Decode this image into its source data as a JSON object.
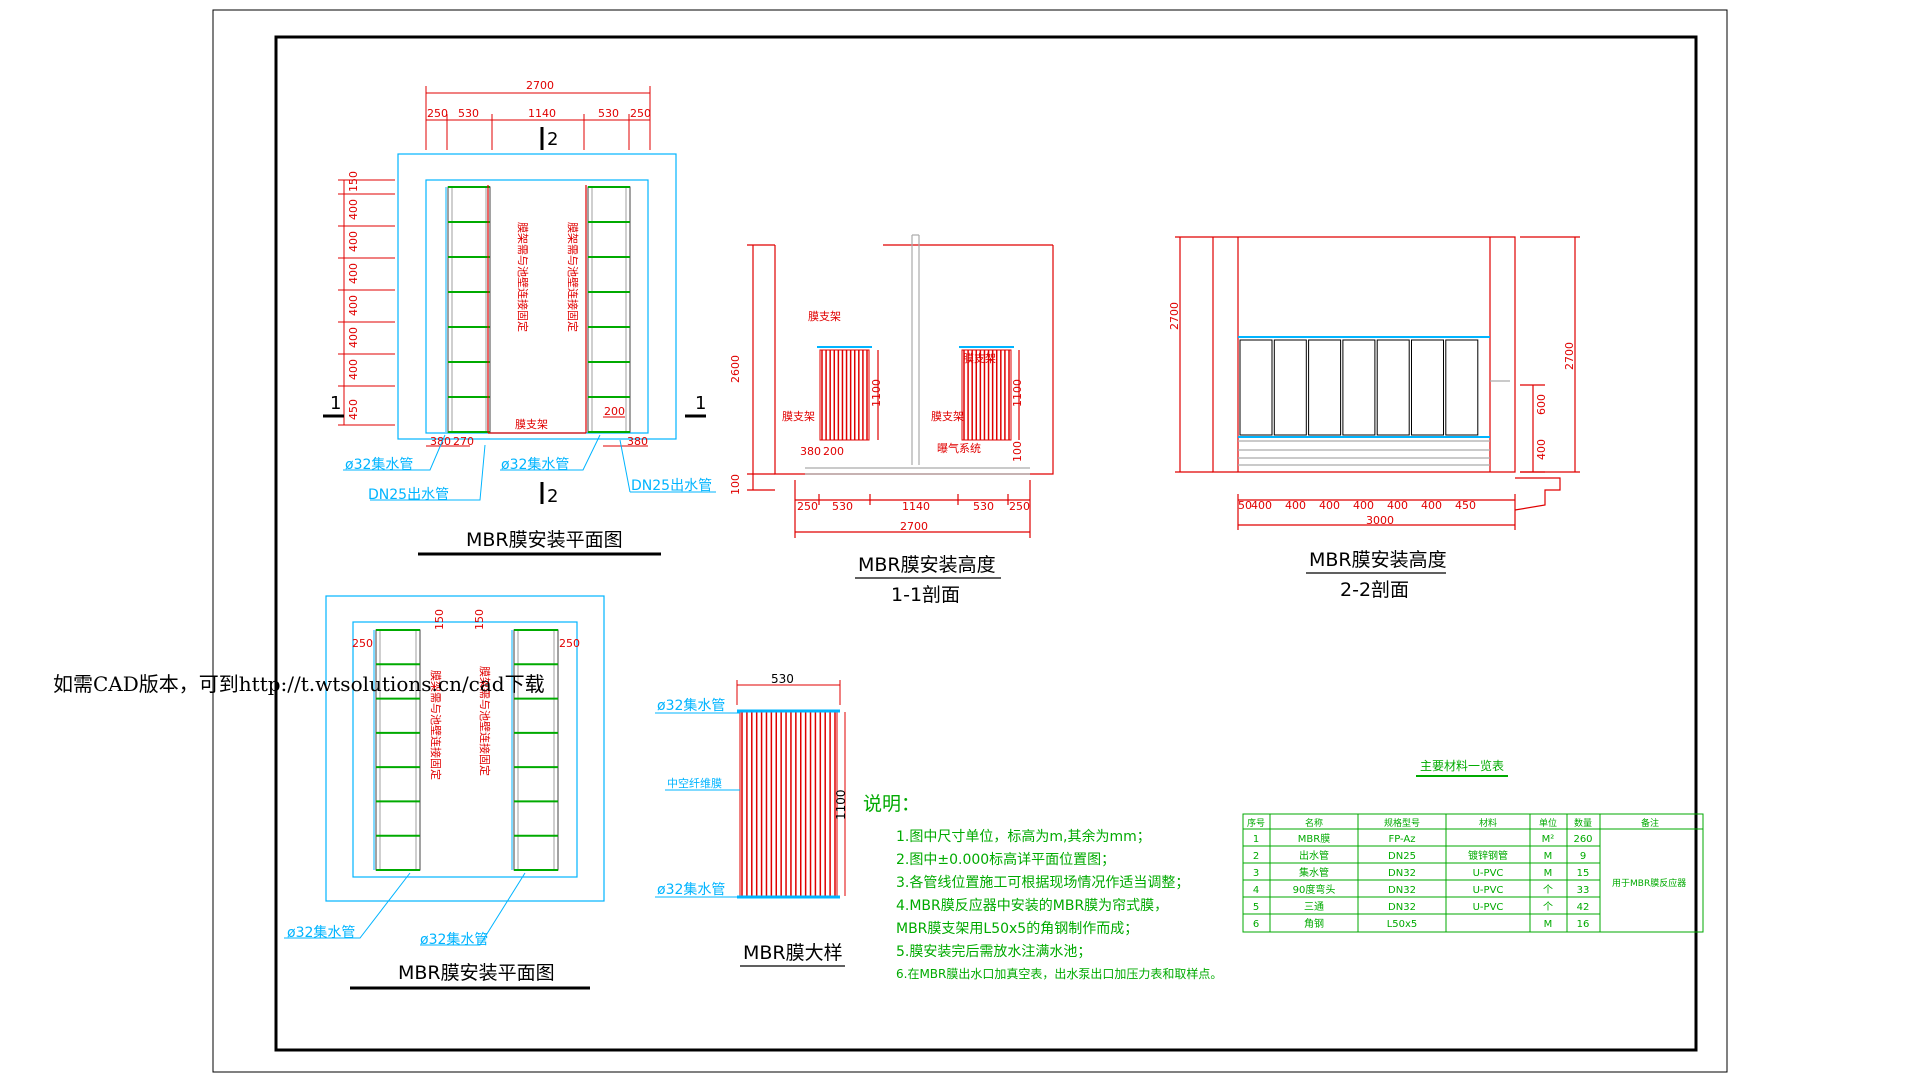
{
  "watermark": "如需CAD版本，可到http://t.wtsolutions.cn/cad下载",
  "plan_top": {
    "title": "MBR膜安装平面图",
    "overall": "2700",
    "dims_top": [
      "250",
      "530",
      "1140",
      "530",
      "250"
    ],
    "dims_left": [
      "150",
      "400",
      "400",
      "400",
      "400",
      "400",
      "400",
      "450"
    ],
    "dims_bottom": [
      "380",
      "270",
      "200",
      "380"
    ],
    "section_1": "1",
    "section_2": "2",
    "note_left": "膜架需与池壁连接固定",
    "note_right": "膜架需与池壁连接固定",
    "pipe_label": "膜支架",
    "label_a": "ø32集水管",
    "label_b": "ø32集水管",
    "label_c": "DN25出水管",
    "label_d": "DN25出水管"
  },
  "section_11": {
    "title": "MBR膜安装高度",
    "subtitle": "1-1剖面",
    "height": "2600",
    "bottom": "100",
    "module_h": "1100",
    "module_h2": "1100",
    "dims": [
      "250",
      "530",
      "1140",
      "530",
      "250"
    ],
    "overall": "2700",
    "small": [
      "380",
      "200"
    ],
    "small_r": "100",
    "tags": [
      "膜支架",
      "膜支架",
      "膜支架",
      "膜支架",
      "曝气系统"
    ]
  },
  "section_22": {
    "title": "MBR膜安装高度",
    "subtitle": "2-2剖面",
    "height_l": "2700",
    "height_r": "2700",
    "d600": "600",
    "d400": "400",
    "dims": [
      "50",
      "400",
      "400",
      "400",
      "400",
      "400",
      "400",
      "450"
    ],
    "overall": "3000"
  },
  "plan_bottom": {
    "title": "MBR膜安装平面图",
    "d250a": "250",
    "d150a": "150",
    "d150b": "150",
    "d250b": "250",
    "note_left": "膜架需与池壁连接固定",
    "note_right": "膜架需与池壁连接固定",
    "label_a": "ø32集水管",
    "label_b": "ø32集水管"
  },
  "detail": {
    "title": "MBR膜大样",
    "width": "530",
    "height": "1100",
    "top_label": "ø32集水管",
    "mid_label": "中空纤维膜",
    "bottom_label": "ø32集水管"
  },
  "notes": {
    "heading": "说明：",
    "items": [
      "1.图中尺寸单位，标高为m,其余为mm；",
      "2.图中±0.000标高详平面位置图；",
      "3.各管线位置施工可根据现场情况作适当调整；",
      "4.MBR膜反应器中安装的MBR膜为帘式膜，",
      "  MBR膜支架用L50x5的角钢制作而成；",
      "5.膜安装完后需放水注满水池；",
      "6.在MBR膜出水口加真空表，出水泵出口加压力表和取样点。"
    ]
  },
  "table": {
    "title": "主要材料一览表",
    "headers": [
      "序号",
      "名称",
      "规格型号",
      "材料",
      "单位",
      "数量",
      "备注"
    ],
    "rows": [
      [
        "1",
        "MBR膜",
        "FP-Az",
        "",
        "M²",
        "260"
      ],
      [
        "2",
        "出水管",
        "DN25",
        "镀锌钢管",
        "M",
        "9"
      ],
      [
        "3",
        "集水管",
        "DN32",
        "U-PVC",
        "M",
        "15"
      ],
      [
        "4",
        "90度弯头",
        "DN32",
        "U-PVC",
        "个",
        "33"
      ],
      [
        "5",
        "三通",
        "DN32",
        "U-PVC",
        "个",
        "42"
      ],
      [
        "6",
        "角钢",
        "L50x5",
        "",
        "M",
        "16"
      ]
    ],
    "remark": "用于MBR膜反应器"
  }
}
